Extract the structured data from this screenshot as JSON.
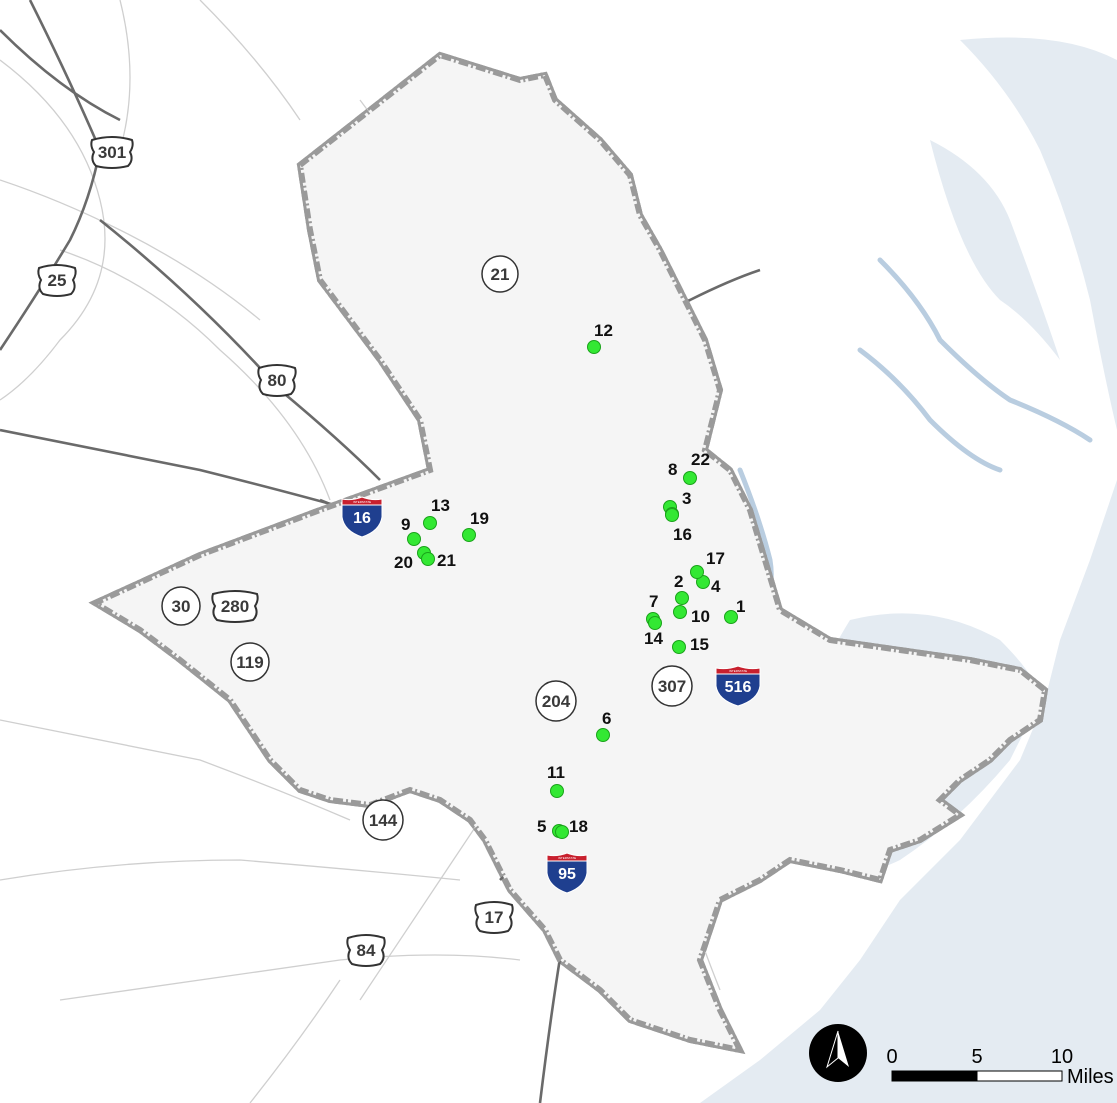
{
  "map": {
    "colors": {
      "background": "#ffffff",
      "water": "#e4ebf2",
      "county_fill": "#f5f5f5",
      "border": "#5f5f5f",
      "highway": "#6a6a6a",
      "minor_road": "#cfcfcf",
      "site": "#33e833",
      "site_outline": "#1aa31a",
      "interstate_blue": "#1f3f8f",
      "interstate_red": "#c8202e"
    },
    "sites": [
      {
        "label": "1"
      },
      {
        "label": "2"
      },
      {
        "label": "3"
      },
      {
        "label": "4"
      },
      {
        "label": "5"
      },
      {
        "label": "6"
      },
      {
        "label": "7"
      },
      {
        "label": "8"
      },
      {
        "label": "9"
      },
      {
        "label": "10"
      },
      {
        "label": "11"
      },
      {
        "label": "12"
      },
      {
        "label": "13"
      },
      {
        "label": "14"
      },
      {
        "label": "15"
      },
      {
        "label": "16"
      },
      {
        "label": "17"
      },
      {
        "label": "18"
      },
      {
        "label": "19"
      },
      {
        "label": "20"
      },
      {
        "label": "21"
      },
      {
        "label": "22"
      }
    ],
    "us_routes": [
      "301",
      "25",
      "80",
      "280",
      "17",
      "84"
    ],
    "state_routes": [
      "21",
      "30",
      "119",
      "204",
      "307",
      "144"
    ],
    "interstates": [
      {
        "number": "16",
        "tag": "INTERSTATE"
      },
      {
        "number": "516",
        "tag": "INTERSTATE"
      },
      {
        "number": "95",
        "tag": "INTERSTATE"
      }
    ],
    "scale_bar": {
      "ticks": [
        "0",
        "5",
        "10"
      ],
      "unit": "Miles"
    },
    "north_arrow": "north-arrow"
  }
}
